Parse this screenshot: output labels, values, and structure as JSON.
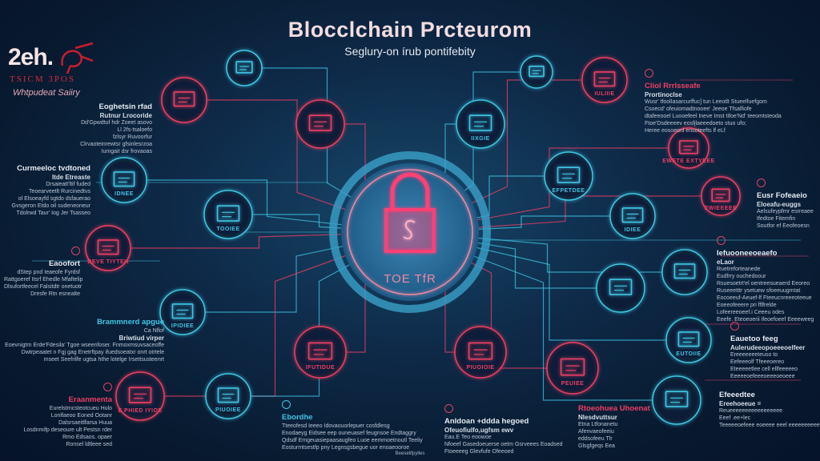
{
  "header": {
    "title": "Blocclchain Prcteurom",
    "subtitle": "Seglury-on írub pontifebity"
  },
  "brand": {
    "logo": "2eh.",
    "logo_sub": "TSICM 3POS",
    "tagline": "Whtpudeat Saiiry"
  },
  "center": {
    "label": "TOE TfR",
    "icon": "padlock-icon"
  },
  "colors": {
    "pink": "#ee3f63",
    "cyan": "#3fc6e4",
    "background": "#0e2a48"
  },
  "nodes": [
    {
      "label": "",
      "icon": "monitor-icon",
      "color": "pink"
    },
    {
      "label": "",
      "icon": "screen-icon",
      "color": "cyan"
    },
    {
      "label": "",
      "icon": "lock-icon",
      "color": "pink"
    },
    {
      "label": "IDNEE",
      "icon": "chart-icon",
      "color": "cyan"
    },
    {
      "label": "TOOIEE",
      "icon": "book-icon",
      "color": "cyan"
    },
    {
      "label": "DEVE TIYTEH",
      "icon": "window-icon",
      "color": "pink"
    },
    {
      "label": "IPIDIEE",
      "icon": "screen-icon",
      "color": "cyan"
    },
    {
      "label": "IFUTIDUE",
      "icon": "hand-icon",
      "color": "pink"
    },
    {
      "label": "E PHIED IYIOE",
      "icon": "ear-icon",
      "color": "pink"
    },
    {
      "label": "PIUOIEE",
      "icon": "document-icon",
      "color": "cyan"
    },
    {
      "label": "PIUOIOIE",
      "icon": "terminal-icon",
      "color": "pink"
    },
    {
      "label": "PEUIEE",
      "icon": "server-icon",
      "color": "pink"
    },
    {
      "label": "IIXGIE",
      "icon": "shield-icon",
      "color": "cyan"
    },
    {
      "label": "",
      "icon": "monitor-icon",
      "color": "cyan"
    },
    {
      "label": "IULIIIE",
      "icon": "certificate-icon",
      "color": "pink"
    },
    {
      "label": "EFPETDEE",
      "icon": "pen-icon",
      "color": "cyan"
    },
    {
      "label": "EWETE EXTYEEE",
      "icon": "database-icon",
      "color": "pink"
    },
    {
      "label": "EWIEEEEE",
      "icon": "document-icon",
      "color": "pink"
    },
    {
      "label": "IDIEE",
      "icon": "play-icon",
      "color": "cyan"
    },
    {
      "label": "",
      "icon": "building-icon",
      "color": "cyan"
    },
    {
      "label": "",
      "icon": "screen-icon",
      "color": "cyan"
    },
    {
      "label": "EUTOIIE",
      "icon": "tablet-icon",
      "color": "cyan"
    },
    {
      "label": "",
      "icon": "monitor-icon",
      "color": "cyan"
    }
  ],
  "text_blocks": [
    {
      "title": "Eoghetsin rfad",
      "subtitle": "Rutnur Lrocoride",
      "lines": [
        "Dd'Gpwdtuf hdr Zoeet asovo",
        "Ll 2fs-tsaloefo",
        "fzlsyr Ruvoorfur",
        "Clrvaoteinrewtsr gfsinlesrzoa",
        "Iumgait dsr frovaoas"
      ],
      "style": "r"
    },
    {
      "title": "Curmeeloc tvdtoned",
      "subtitle": "Itde Etreaste",
      "lines": [
        "Drsaieatt'ltif fuded",
        "Teoearveetlt Rurcinedtvs",
        "ol Elsoeayfd sgtdo dsfauerao",
        "Gvsgeron Etdo oil sudeneoneur",
        "Tdolrwd Taur' Iog Jer Tsasseo"
      ],
      "style": "r"
    },
    {
      "title": "Eaoofort",
      "subtitle": "",
      "lines": [
        "dStep pnd Ieaeofe Fyrdsf",
        "Rattgoeref Itsrf Ehedle Mfaftelip",
        "Dlsufortfeecel Falsitdtr onetuotr",
        "Dresfe Rtn esnealte"
      ],
      "style": "r",
      "icon": true
    },
    {
      "title": "Brammnerd apgue",
      "subtitle": "Briwtiud virper",
      "lines": [
        "Eoevnigtrn Erde'Fdesila' Tgoe wseenfoser. Fnmoxmsuvsaceoffe",
        "Dwtrpeaatet n Fgj gag Enetrftpay ifuedsoeatxr onrt otrtele",
        "mseet Seefrilfe ugtsa hthe lotelge Irsettsusteenrt"
      ],
      "style": "r cyan",
      "note": "Ca Nflof"
    },
    {
      "title": "Eraanmenta",
      "subtitle": "",
      "lines": [
        "Eurelstrncsteotcueu Hulo",
        "Lonlfaeoo Eoned Ootanr",
        "Dalsrsaeitlfarsa Huua",
        "Losdnmifp deseoure ult Pestsn rder",
        "Rmo Edsaos. opaer",
        "Ronsel ldtleee sed"
      ],
      "style": "r pink",
      "icon": true
    },
    {
      "title": "Ebordhe",
      "subtitle": "",
      "lines": [
        "Tteeofesd Ieeeo Idovaouorlepuer cosfdlesg",
        "Enodaeyg Eidsee eep ouneuasef feugnsoe Endtaggry",
        "Qdsdf Emgeuasiepaasaugfeo Luoe eemmoetnoutl Teeliy",
        "Eosturmtsestfp pny Legnsgsbegue uor enoaeooroe"
      ],
      "style": "cyan",
      "icon": true
    },
    {
      "title": "Anldoan +ddda hegoed",
      "subtitle": "Ofeuofiulfo,ugfsm ewv",
      "lines": [
        "Eau.E Teo eoowoe",
        "Nfoeef Gasedoeuerse oetm Gsrveees Eoadsed",
        "Ftoeeeeg Glevfufe Ofeeoed"
      ],
      "style": "",
      "icon": true
    },
    {
      "title": "Rtoeohuea Uhoenat",
      "subtitle": "Nlesdvuttsur",
      "lines": [
        "Etna Ltfonanetu",
        "Afenvaeofeeiu",
        "eddsofeeu Tlr",
        "Glsgfgeqs Eea"
      ],
      "style": "pink"
    },
    {
      "title": "Cliol Rrrlsseafe",
      "subtitle": "Prortinoclse",
      "lines": [
        "Wusr' tfoolIasarcurffuc] tun Leeotlt Stueelfuefgom",
        "Csoecd' ofeuiomadtnooee' Jeeoe Tfsalfiofe",
        "dtafeeooel Luooefeel Ineve Imst tifoe'Nd' teeomtsteoda",
        "Ftoe'Dsdeeeev eosfjlaeeedoeto stuo ufo;",
        "Heree eosoeonl ensoteefts lf eLf"
      ],
      "style": "pink",
      "icon": true
    },
    {
      "title": "Eusr Fofeaeio",
      "subtitle": "Eloeafu-euggs",
      "lines": [
        "Aelsufeypfrnr esrreaee",
        "Ifedtoe Fitemfin",
        "Soutfor ef Eeofeoesn"
      ],
      "style": "",
      "icon": true
    },
    {
      "title": "Iefuooneeoeaefo",
      "subtitle": "eLaor",
      "lines": [
        "Ruetreforteanede",
        "Eudfrry ouchedoour",
        "Rsuesoetrt'el oentreesueaerd Eeoreo",
        "Ruseeetttr ysetuew sfoeeuugmtat",
        "Eocoeeuf-Aeuef-lf Fteeucnreeeoteeue",
        "Eoeeofeeere pri fflfrelde",
        "Lofeereeoeef.i Ceeeu odes",
        "Eeefe. Eteoeoerii ifeoefoeef Eeeeweeg"
      ],
      "style": "",
      "icon": true
    },
    {
      "title": "Eauetoo feeg",
      "subtitle": "Aulerudeeopoeeeoelfeer",
      "lines": [
        "Ereeeeeeeteuso to",
        "Eefeeeolf Tfeeeoereo",
        "Eteeeeetlee cell ellfeeeeeo",
        "Eeeeeoefeeeoeeeoeoeee"
      ],
      "style": "",
      "icon": true
    },
    {
      "title": "Efeeedtee",
      "subtitle": "Ereehoeeue =",
      "lines": [
        "Reueeeeeeeeeeeeeeeee",
        "Eeef .ee+lec",
        "Teeeeeoefeee eoeeee eeel eeeeeeeeee"
      ],
      "style": ""
    }
  ],
  "footer": "Beeselifpylles"
}
